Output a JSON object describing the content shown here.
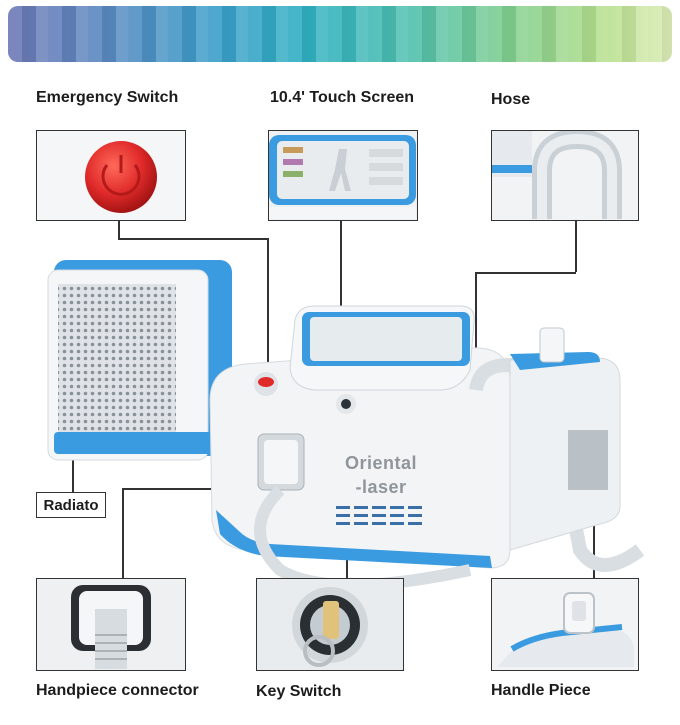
{
  "labels": {
    "emergency_switch": "Emergency Switch",
    "touch_screen": "10.4' Touch Screen",
    "hose": "Hose",
    "radiato": "Radiato",
    "handpiece_connector": "Handpiece connector",
    "key_switch": "Key Switch",
    "handle_piece": "Handle Piece"
  },
  "device": {
    "brand_line1": "Oriental",
    "brand_line2": "-laser"
  },
  "colors": {
    "accent_blue": "#2f8fd8",
    "emergency_red": "#e02a2a",
    "device_white": "#f2f4f6"
  }
}
